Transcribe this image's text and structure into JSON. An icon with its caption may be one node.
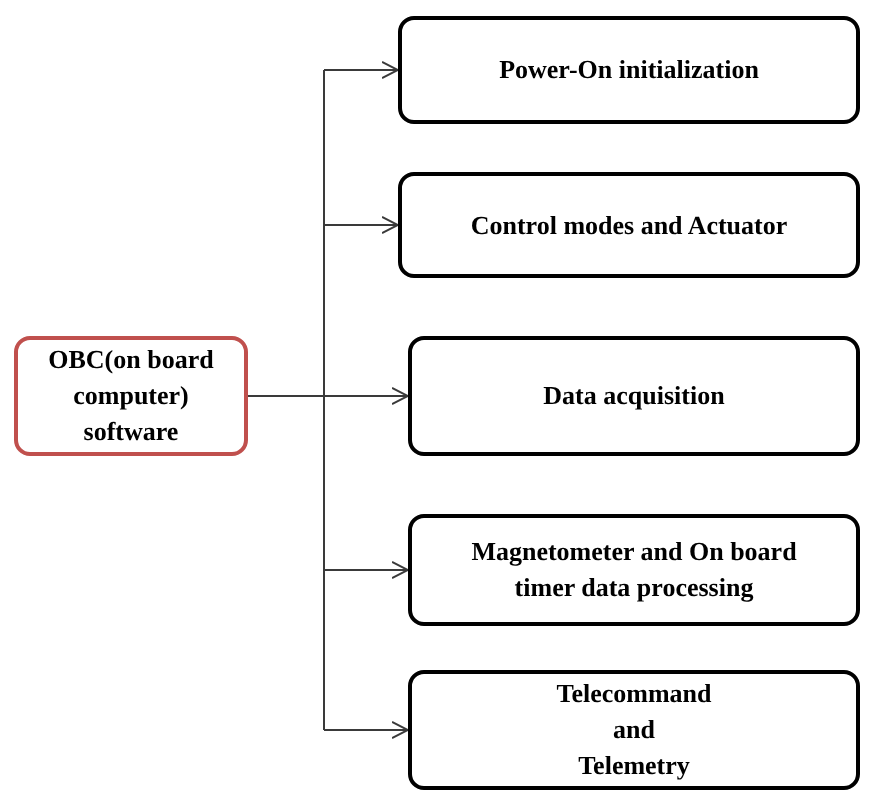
{
  "diagram": {
    "nodes": [
      {
        "text": [
          "OBC(on board computer) software"
        ]
      },
      {
        "text": [
          "Power-On initialization"
        ]
      },
      {
        "text": [
          "Control modes and Actuator"
        ]
      },
      {
        "text": [
          "Data acquisition"
        ]
      },
      {
        "text": [
          "Magnetometer and On board timer data processing"
        ]
      },
      {
        "text": [
          "Telecommand and Telemetry"
        ]
      }
    ],
    "edges": [
      {
        "from": 0,
        "to": 1,
        "arrow": "to"
      },
      {
        "from": 0,
        "to": 2,
        "arrow": "to"
      },
      {
        "from": 0,
        "to": 3,
        "arrow": "to"
      },
      {
        "from": 0,
        "to": 4,
        "arrow": "to"
      },
      {
        "from": 0,
        "to": 5,
        "arrow": "to"
      }
    ]
  }
}
